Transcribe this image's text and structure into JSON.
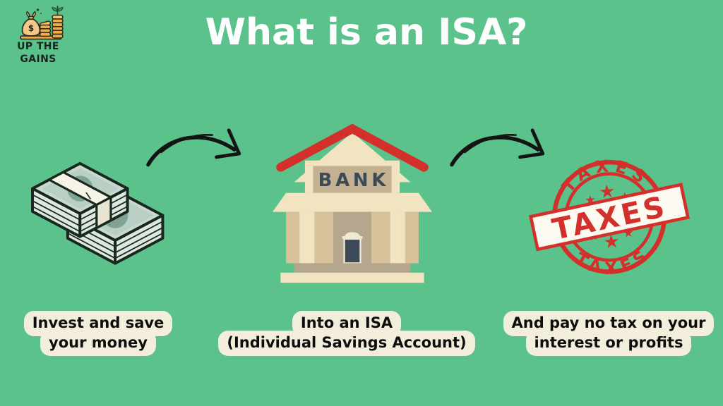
{
  "page": {
    "title": "What is an ISA?",
    "background_color": "#5BC28C"
  },
  "brand": {
    "icon": "money-bag-coin-stacks-icon",
    "name_line1": "UP THE",
    "name_line2": "GAINS"
  },
  "flow": {
    "arrow_icon": "curved-arrow-icon",
    "steps": [
      {
        "icon": "cash-stacks-icon",
        "caption_line1": "Invest and save",
        "caption_line2": "your money"
      },
      {
        "icon": "bank-building-icon",
        "sign_text": "BANK",
        "caption_line1": "Into an ISA",
        "caption_line2": "(Individual Savings Account)"
      },
      {
        "icon": "taxes-stamp-icon",
        "stamp_arc_top": "TAXES",
        "stamp_banner": "TAXES",
        "stamp_arc_bottom": "TAXES",
        "caption_line1": "And pay no tax on your",
        "caption_line2": "interest or profits"
      }
    ]
  },
  "colors": {
    "background": "#5BC28C",
    "title_text": "#FFFFFF",
    "caption_bg": "#F3EEDC",
    "caption_text": "#0D0D0D",
    "stamp_red": "#D4302B",
    "roof_red": "#D4302B",
    "bank_cream": "#F2E3C1",
    "bank_tan": "#D9C29B",
    "bank_recess": "#B5A68E",
    "bank_sign": "#C3B192",
    "bank_dark": "#3C4A57",
    "cash_pale": "#C8DAD0",
    "cash_side": "#DCE8E0",
    "cash_circle": "#80A396",
    "cash_outline": "#19281F",
    "cash_band": "#F6F3E7",
    "arrow_black": "#141414",
    "logo_gold": "#F0AC44",
    "logo_bag": "#F3C788",
    "logo_leaf": "#3F9160",
    "logo_text": "#1B211C"
  }
}
